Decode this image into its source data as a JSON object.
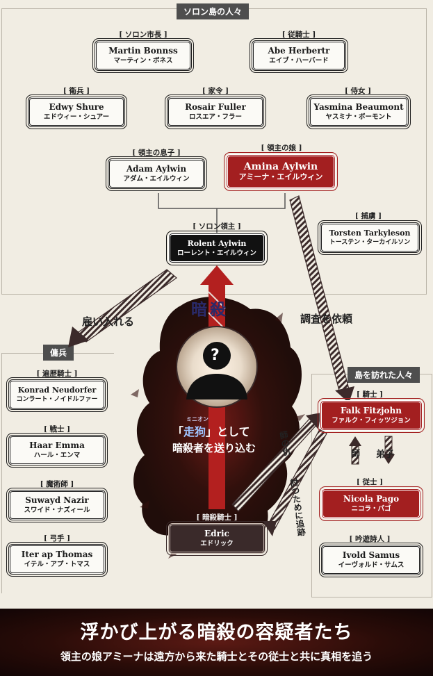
{
  "sections": {
    "island": "ソロン島の人々",
    "mercenaries": "傭兵",
    "visitors": "島を訪れた人々"
  },
  "characters": {
    "martin": {
      "role": "[ ソロン市長 ]",
      "en": "Martin Bonnss",
      "jp": "マーティン・ボネス"
    },
    "abe": {
      "role": "[ 従騎士 ]",
      "en": "Abe Herbertr",
      "jp": "エイブ・ハーバード"
    },
    "edwy": {
      "role": "[ 衛兵 ]",
      "en": "Edwy Shure",
      "jp": "エドウィー・シュアー"
    },
    "rosair": {
      "role": "[ 家令 ]",
      "en": "Rosair Fuller",
      "jp": "ロスエア・フラー"
    },
    "yasmina": {
      "role": "[ 侍女 ]",
      "en": "Yasmina Beaumont",
      "jp": "ヤスミナ・ボーモント"
    },
    "adam": {
      "role": "[ 領主の息子 ]",
      "en": "Adam Aylwin",
      "jp": "アダム・エイルウィン"
    },
    "amina": {
      "role": "[ 領主の娘 ]",
      "en": "Amina Aylwin",
      "jp": "アミーナ・エイルウィン"
    },
    "rolent": {
      "role": "[ ソロン領主 ]",
      "en": "Rolent Aylwin",
      "jp": "ローレント・エイルウィン"
    },
    "torsten": {
      "role": "[ 捕虜 ]",
      "en": "Torsten Tarkyleson",
      "jp": "トーステン・ターカイルソン"
    },
    "konrad": {
      "role": "[ 遍歴騎士 ]",
      "en": "Konrad Neudorfer",
      "jp": "コンラート・ノイドルファー"
    },
    "haar": {
      "role": "[ 戦士 ]",
      "en": "Haar Emma",
      "jp": "ハール・エンマ"
    },
    "suwayd": {
      "role": "[ 魔術師 ]",
      "en": "Suwayd Nazir",
      "jp": "スワイド・ナズィール"
    },
    "iter": {
      "role": "[ 弓手 ]",
      "en": "Iter ap Thomas",
      "jp": "イテル・アプ・トマス"
    },
    "falk": {
      "role": "[ 騎士 ]",
      "en": "Falk Fitzjohn",
      "jp": "ファルク・フィッツジョン"
    },
    "nicola": {
      "role": "[ 従士 ]",
      "en": "Nicola Pago",
      "jp": "ニコラ・パゴ"
    },
    "ivold": {
      "role": "[ 吟遊詩人 ]",
      "en": "Ivold Samus",
      "jp": "イーヴォルド・サムス"
    },
    "edric": {
      "role": "[ 暗殺騎士 ]",
      "en": "Edric",
      "jp": "エドリック"
    }
  },
  "relations": {
    "hire": "雇い入れる",
    "investigate": "調査を依頼",
    "assassination": "暗殺",
    "master": "師",
    "disciple": "弟子",
    "revenge": "師の仇",
    "pursue": "討つために追跡"
  },
  "mystery": {
    "ruby": "ミニオン",
    "line1_q1": "「",
    "line1_word": "走狗",
    "line1_q2": "」として",
    "line2": "暗殺者を送り込む",
    "question_mark": "?"
  },
  "footer": {
    "title": "浮かび上がる暗殺の容疑者たち",
    "subtitle": "領主の娘アミーナは遠方から来た騎士とその従士と共に真相を追う"
  },
  "colors": {
    "accent_red": "#a31f20",
    "arrow_dark": "#3b2a2a",
    "background": "#f1ede3"
  }
}
